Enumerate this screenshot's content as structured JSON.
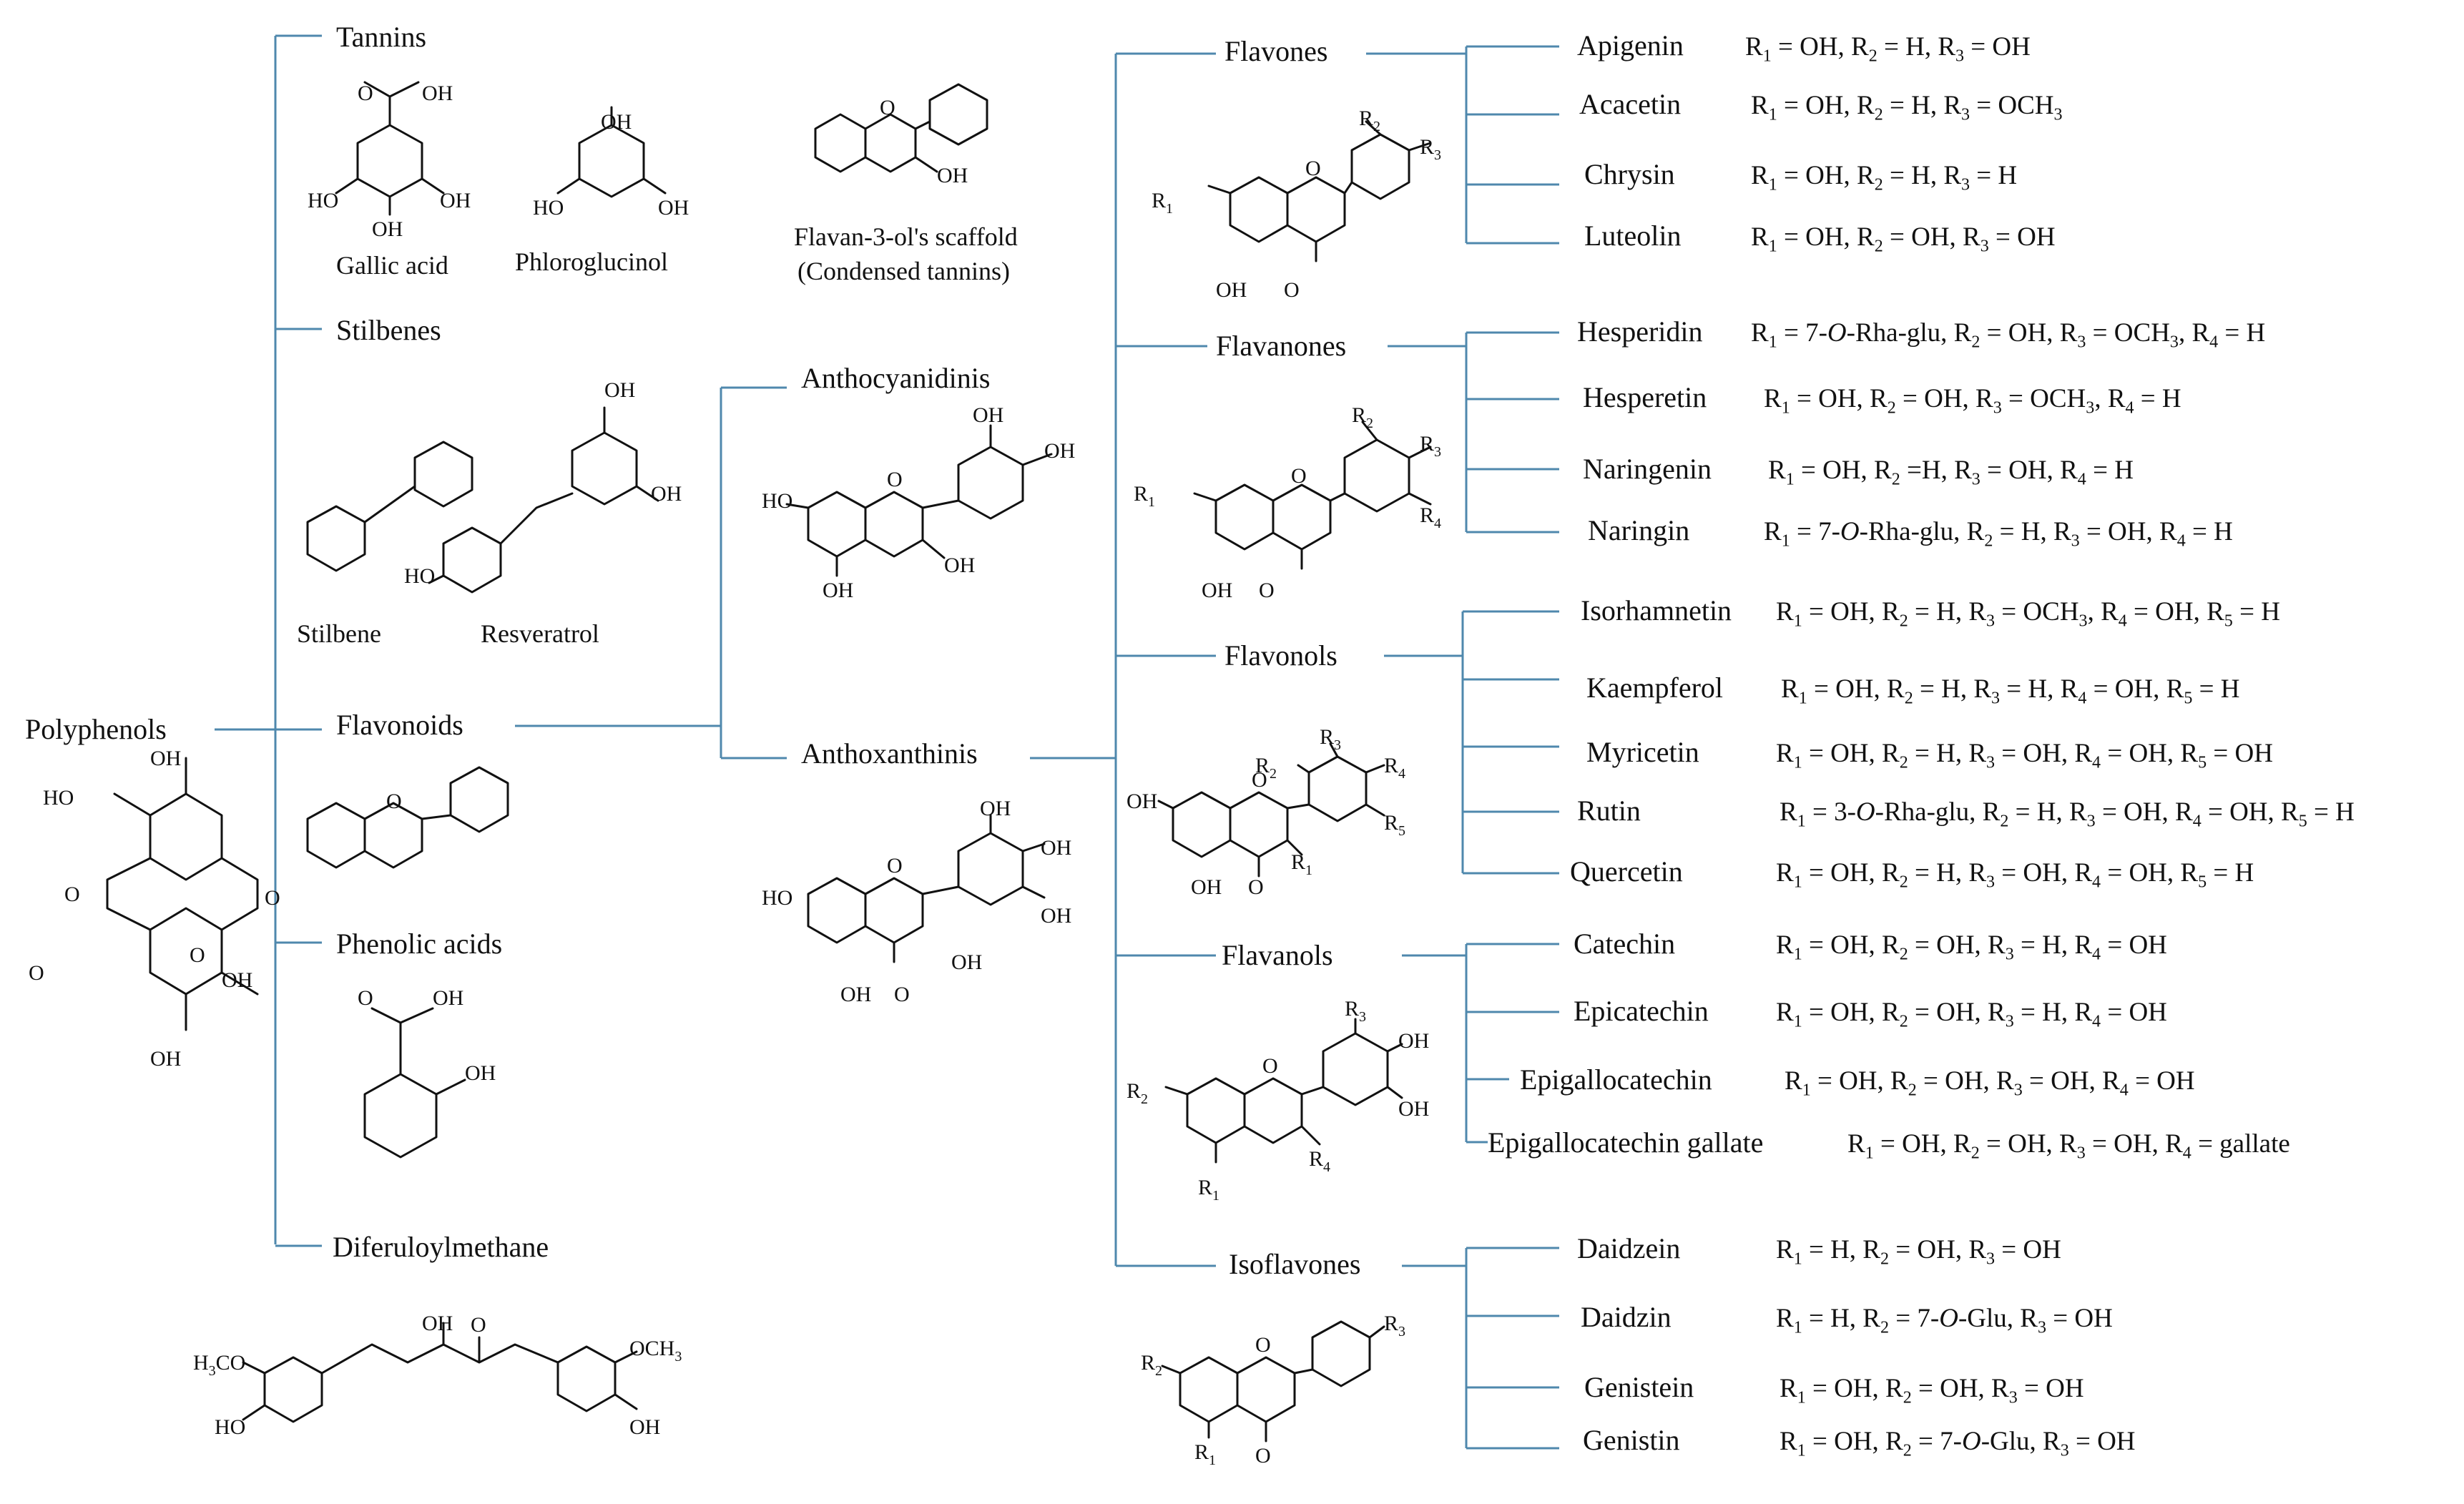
{
  "root": "Polyphenols",
  "branches": {
    "tannins": "Tannins",
    "stilbenes": "Stilbenes",
    "flavonoids": "Flavonoids",
    "phenolic_acids": "Phenolic acids",
    "diferuloylmethane": "Diferuloylmethane"
  },
  "tannins": {
    "gallic_acid": "Gallic acid",
    "phloroglucinol": "Phloroglucinol",
    "scaffold_line1": "Flavan-3-ol's scaffold",
    "scaffold_line2": "(Condensed tannins)"
  },
  "stilbenes": {
    "stilbene": "Stilbene",
    "resveratrol": "Resveratrol"
  },
  "flavonoid_groups": {
    "anthocyanidins": "Anthocyanidinis",
    "anthoxanthins": "Anthoxanthinis"
  },
  "classes": {
    "flavones": "Flavones",
    "flavanones": "Flavanones",
    "flavonols": "Flavonols",
    "flavanols": "Flavanols",
    "isoflavones": "Isoflavones"
  },
  "compounds": {
    "flavones": [
      {
        "name": "Apigenin",
        "formula": "R1 = OH, R2 = H, R3 = OH"
      },
      {
        "name": "Acacetin",
        "formula": "R1 = OH, R2 = H, R3 = OCH3"
      },
      {
        "name": "Chrysin",
        "formula": "R1 = OH, R2 = H, R3 = H"
      },
      {
        "name": "Luteolin",
        "formula": "R1 = OH, R2 = OH, R3 = OH"
      }
    ],
    "flavanones": [
      {
        "name": "Hesperidin",
        "formula": "R1 = 7-O-Rha-glu, R2 = OH, R3 = OCH3, R4 = H"
      },
      {
        "name": "Hesperetin",
        "formula": "R1 = OH, R2 = OH, R3 = OCH3, R4 = H"
      },
      {
        "name": "Naringenin",
        "formula": "R1 = OH, R2 =H, R3 = OH, R4 = H"
      },
      {
        "name": "Naringin",
        "formula": "R1 = 7-O-Rha-glu, R2 = H, R3 = OH, R4 = H"
      }
    ],
    "flavonols": [
      {
        "name": "Isorhamnetin",
        "formula": "R1 = OH, R2 = H, R3 = OCH3, R4 = OH, R5 = H"
      },
      {
        "name": "Kaempferol",
        "formula": "R1 = OH, R2 = H, R3 = H, R4 = OH, R5 = H"
      },
      {
        "name": "Myricetin",
        "formula": "R1 = OH, R2 = H, R3 = OH, R4 = OH, R5 = OH"
      },
      {
        "name": "Rutin",
        "formula": "R1 = 3-O-Rha-glu, R2 = H, R3 = OH, R4 = OH, R5 = H"
      },
      {
        "name": "Quercetin",
        "formula": "R1 = OH, R2 = H, R3 = OH, R4 = OH, R5 = H"
      }
    ],
    "flavanols": [
      {
        "name": "Catechin",
        "formula": "R1 = OH, R2 = OH, R3 = H, R4 = OH"
      },
      {
        "name": "Epicatechin",
        "formula": "R1 = OH, R2 = OH, R3 = H, R4 = OH"
      },
      {
        "name": "Epigallocatechin",
        "formula": "R1 = OH, R2 = OH, R3 = OH, R4 = OH"
      },
      {
        "name": "Epigallocatechin  gallate",
        "formula": "R1 = OH, R2 = OH, R3 = OH, R4 = gallate"
      }
    ],
    "isoflavones": [
      {
        "name": "Daidzein",
        "formula": "R1 = H, R2 = OH, R3 = OH"
      },
      {
        "name": "Daidzin",
        "formula": "R1 = H, R2 = 7-O-Glu, R3 = OH"
      },
      {
        "name": "Genistein",
        "formula": "R1 = OH, R2 = OH, R3 = OH"
      },
      {
        "name": "Genistin",
        "formula": "R1 = OH, R2 = 7-O-Glu, R3 = OH"
      }
    ]
  }
}
